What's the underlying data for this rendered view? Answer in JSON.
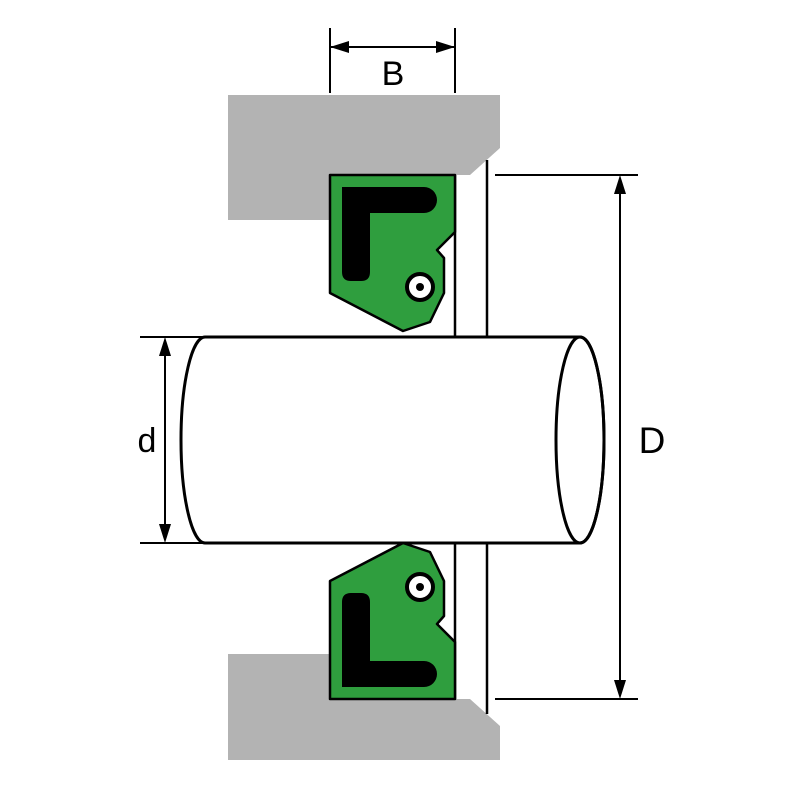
{
  "labels": {
    "seal_width": "B",
    "shaft_diameter": "d",
    "outer_diameter": "D"
  },
  "colors": {
    "background": "#ffffff",
    "housing_gray": "#b3b3b3",
    "seal_green": "#2f9e3e",
    "rubber_black": "#000000",
    "line_black": "#000000",
    "shaft_white": "#ffffff"
  }
}
